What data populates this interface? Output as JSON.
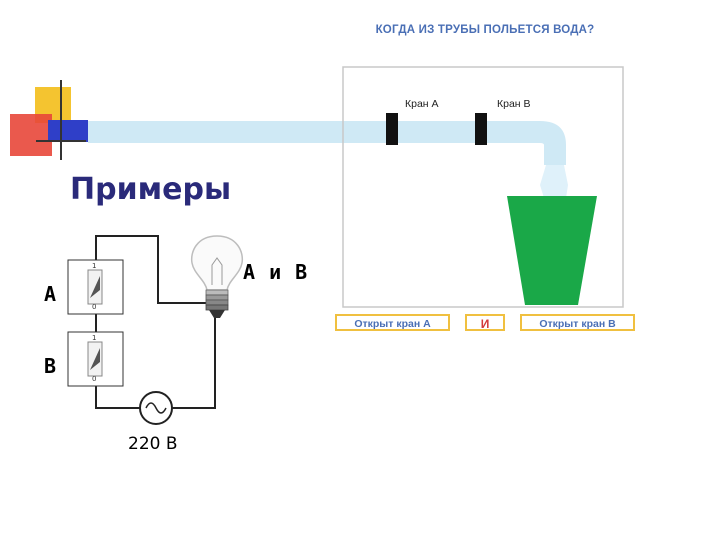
{
  "slide": {
    "title": "КОГДА ИЗ ТРУБЫ ПОЛЬЕТСЯ ВОДА?"
  },
  "heading": "Примеры",
  "circuit": {
    "switch_a_label": "A",
    "switch_b_label": "B",
    "switch_on_mark": "1",
    "switch_off_mark": "0",
    "lamp_label": "A и B",
    "source_label": "220 В"
  },
  "pipe": {
    "valve_a_label": "Кран А",
    "valve_b_label": "Кран В"
  },
  "logic": {
    "left": "Открыт кран А",
    "operator": "И",
    "right": "Открыт кран В"
  },
  "colors": {
    "title": "#4a6fb5",
    "heading": "#2a2a7a",
    "pipe": "#cfe9f5",
    "glass": "#1aa848",
    "box_border": "#f0c040",
    "operator": "#d33a3a"
  }
}
